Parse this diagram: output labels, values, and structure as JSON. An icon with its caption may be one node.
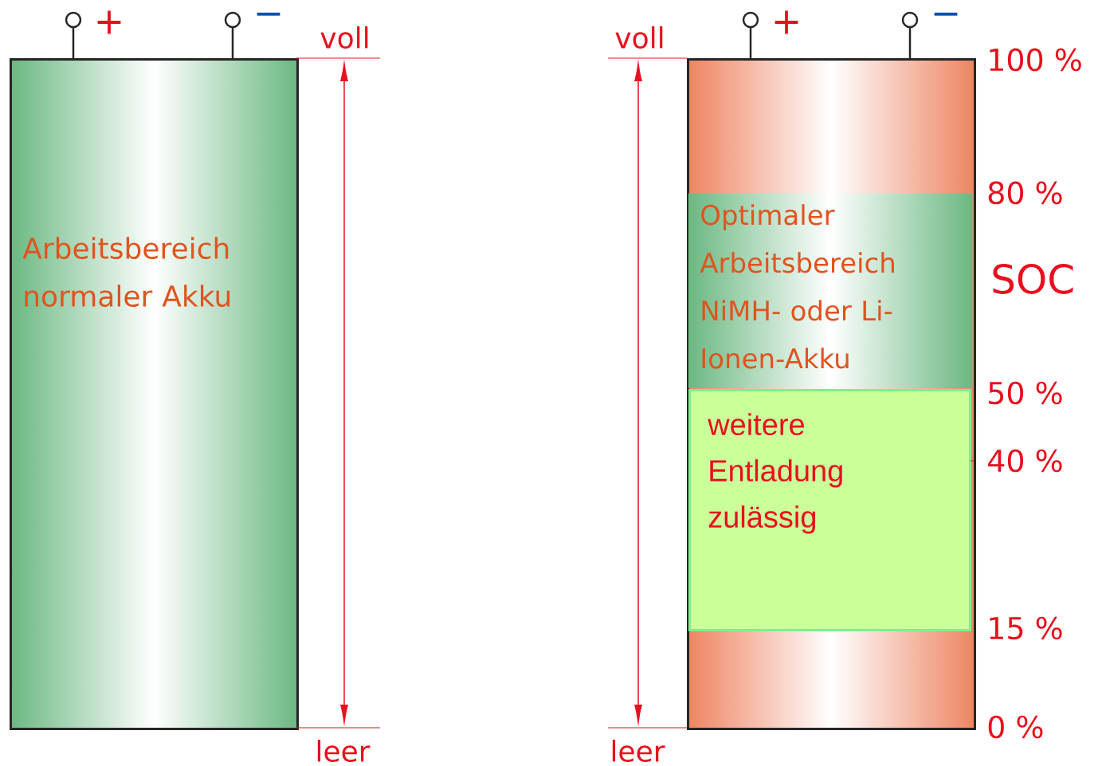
{
  "diagram": {
    "nodes": [
      {
        "text": [
          "Arbeitsbereich normaler Akku"
        ]
      },
      {
        "text": [],
        "shape": "box"
      },
      {
        "text": [
          "Optimaler Arbeitsbereich NiMH- oder Li-Ionen-Akku"
        ],
        "in": 1
      },
      {
        "text": [
          "weitere Entladung zulässig"
        ],
        "in": 1
      }
    ],
    "labels": [
      "+",
      "−",
      "voll",
      "leer",
      "voll",
      "+",
      "−",
      "100 %",
      "80 %",
      "SOC",
      "50 %",
      "40 %",
      "15 %",
      "0 %",
      "leer"
    ]
  }
}
